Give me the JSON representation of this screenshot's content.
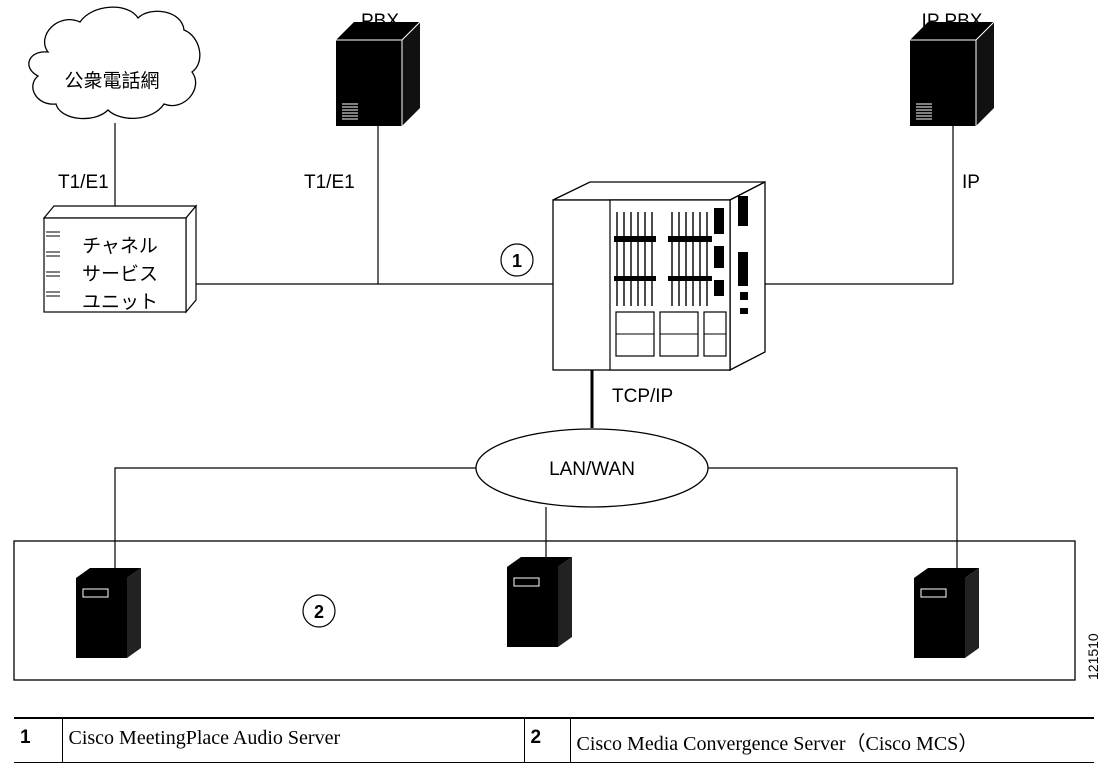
{
  "diagram": {
    "pstn_label": "公衆電話網",
    "pbx_label": "PBX",
    "ip_pbx_label": "IP PBX",
    "t1e1_left": "T1/E1",
    "t1e1_mid": "T1/E1",
    "ip_link_label": "IP",
    "csu_line1": "チャネル",
    "csu_line2": "サービス",
    "csu_line3": "ユニット",
    "callout_1": "1",
    "callout_2": "2",
    "tcpip_label": "TCP/IP",
    "lanwan_label": "LAN/WAN",
    "figure_id": "121510"
  },
  "legend": [
    {
      "num": "1",
      "text": "Cisco MeetingPlace Audio Server"
    },
    {
      "num": "2",
      "text": "Cisco Media Convergence Server（Cisco MCS）"
    }
  ]
}
